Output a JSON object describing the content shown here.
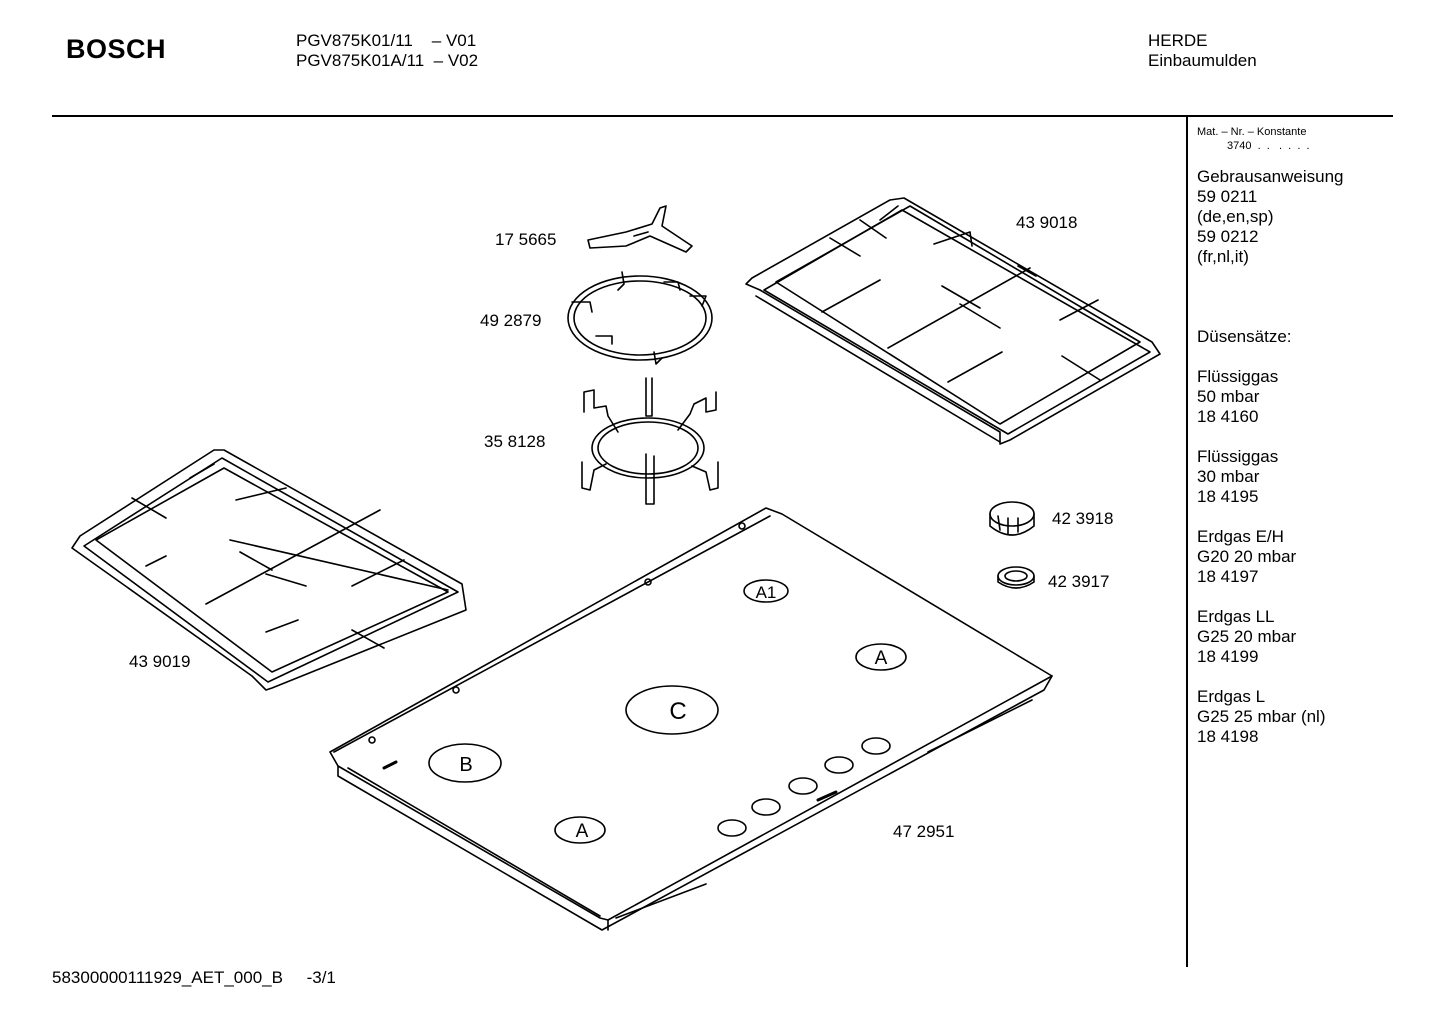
{
  "header": {
    "brand": "BOSCH",
    "models": [
      "PGV875K01/11    – V01",
      "PGV875K01A/11  – V02"
    ],
    "category": [
      "HERDE",
      "Einbaumulden"
    ]
  },
  "sidebar": {
    "mat_title": "Mat. – Nr. – Konstante",
    "mat_value": "3740  .  .   .  .  .  .",
    "manual": [
      "Gebrausanweisung",
      "59 0211",
      "(de,en,sp)",
      "59 0212",
      "(fr,nl,it)"
    ],
    "nozzles_title": "Düsensätze:",
    "nozzle_groups": [
      {
        "lines": [
          "Flüssiggas",
          "50 mbar",
          "18 4160"
        ]
      },
      {
        "lines": [
          "Flüssiggas",
          "30 mbar",
          "18 4195"
        ]
      },
      {
        "lines": [
          "Erdgas E/H",
          "G20 20 mbar",
          "18 4197"
        ]
      },
      {
        "lines": [
          "Erdgas LL",
          "G25 20 mbar",
          "18 4199"
        ]
      },
      {
        "lines": [
          "Erdgas L",
          "G25 25 mbar (nl)",
          "18 4198"
        ]
      }
    ]
  },
  "parts": [
    {
      "number": "17 5665"
    },
    {
      "number": "49 2879"
    },
    {
      "number": "35 8128"
    },
    {
      "number": "43 9018"
    },
    {
      "number": "43 9019"
    },
    {
      "number": "42 3918"
    },
    {
      "number": "42 3917"
    },
    {
      "number": "47 2951"
    }
  ],
  "burner_labels": [
    "A1",
    "A",
    "C",
    "B",
    "A"
  ],
  "footer": "58300000111929_AET_000_B     -3/1"
}
